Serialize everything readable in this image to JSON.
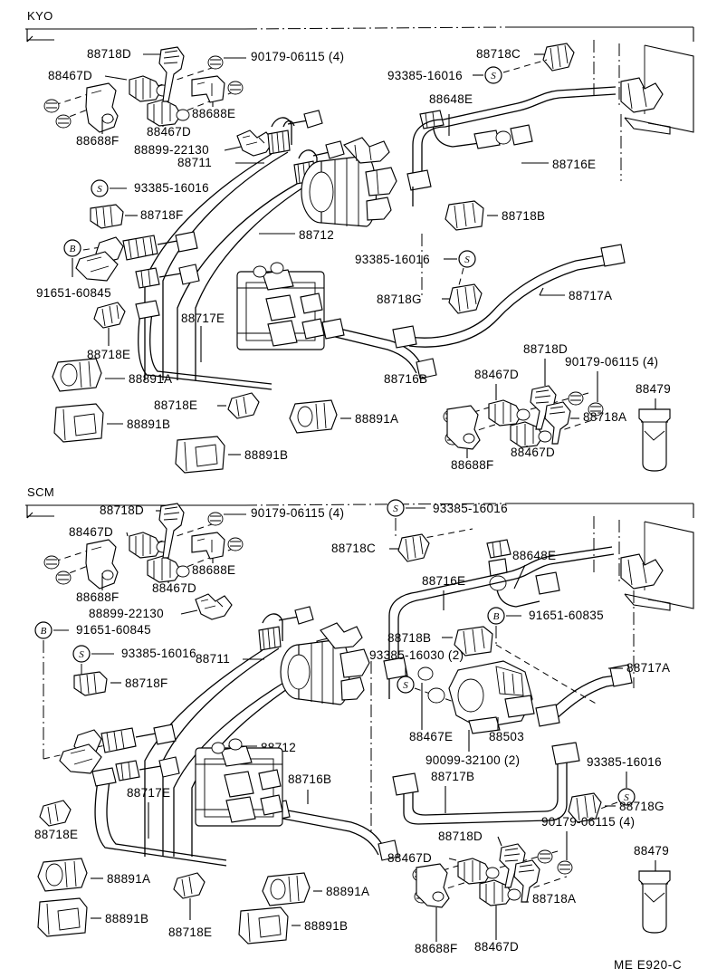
{
  "document": {
    "title": "Toyota A/C Piping Parts Diagram",
    "footer_code": "ME  E920-C"
  },
  "panels": [
    {
      "id": "kyo",
      "tag": "KYO",
      "labels": [
        {
          "key": "k1",
          "text": "88718D"
        },
        {
          "key": "k2",
          "text": "90179-06115 (4)"
        },
        {
          "key": "k3",
          "text": "88467D"
        },
        {
          "key": "k4",
          "text": "88688E"
        },
        {
          "key": "k5",
          "text": "88688F"
        },
        {
          "key": "k6",
          "text": "88467D"
        },
        {
          "key": "k7",
          "text": "88899-22130"
        },
        {
          "key": "k8",
          "text": "88711"
        },
        {
          "key": "k9",
          "text": "93385-16016"
        },
        {
          "key": "k10",
          "text": "88718F"
        },
        {
          "key": "k11",
          "text": "91651-60845"
        },
        {
          "key": "k12",
          "text": "88712"
        },
        {
          "key": "k13",
          "text": "88718C"
        },
        {
          "key": "k14",
          "text": "93385-16016"
        },
        {
          "key": "k15",
          "text": "88648E"
        },
        {
          "key": "k16",
          "text": "88716E"
        },
        {
          "key": "k17",
          "text": "88718B"
        },
        {
          "key": "k18",
          "text": "93385-16016"
        },
        {
          "key": "k19",
          "text": "88718G"
        },
        {
          "key": "k20",
          "text": "88717A"
        },
        {
          "key": "k21",
          "text": "88717E"
        },
        {
          "key": "k22",
          "text": "88718E"
        },
        {
          "key": "k23",
          "text": "88891A"
        },
        {
          "key": "k24",
          "text": "88718E"
        },
        {
          "key": "k25",
          "text": "88891B"
        },
        {
          "key": "k26",
          "text": "88891A"
        },
        {
          "key": "k27",
          "text": "88891B"
        },
        {
          "key": "k28",
          "text": "88716B"
        },
        {
          "key": "k29",
          "text": "88718D"
        },
        {
          "key": "k30",
          "text": "90179-06115 (4)"
        },
        {
          "key": "k31",
          "text": "88467D"
        },
        {
          "key": "k32",
          "text": "88718A"
        },
        {
          "key": "k33",
          "text": "88688F"
        },
        {
          "key": "k34",
          "text": "88467D"
        },
        {
          "key": "k35",
          "text": "88479"
        }
      ]
    },
    {
      "id": "scm",
      "tag": "SCM",
      "labels": [
        {
          "key": "s1",
          "text": "88718D"
        },
        {
          "key": "s2",
          "text": "90179-06115 (4)"
        },
        {
          "key": "s3",
          "text": "88467D"
        },
        {
          "key": "s4",
          "text": "88688E"
        },
        {
          "key": "s5",
          "text": "88688F"
        },
        {
          "key": "s6",
          "text": "88467D"
        },
        {
          "key": "s7",
          "text": "88899-22130"
        },
        {
          "key": "s8",
          "text": "91651-60845"
        },
        {
          "key": "s9",
          "text": "93385-16016"
        },
        {
          "key": "s10",
          "text": "88711"
        },
        {
          "key": "s11",
          "text": "88718F"
        },
        {
          "key": "s12",
          "text": "88712"
        },
        {
          "key": "s13",
          "text": "93385-16016"
        },
        {
          "key": "s14",
          "text": "88718C"
        },
        {
          "key": "s15",
          "text": "88648E"
        },
        {
          "key": "s16",
          "text": "88716E"
        },
        {
          "key": "s17",
          "text": "91651-60835"
        },
        {
          "key": "s18",
          "text": "88718B"
        },
        {
          "key": "s19",
          "text": "93385-16030 (2)"
        },
        {
          "key": "s20",
          "text": "88717A"
        },
        {
          "key": "s21",
          "text": "88467E"
        },
        {
          "key": "s22",
          "text": "88503"
        },
        {
          "key": "s23",
          "text": "93385-16016"
        },
        {
          "key": "s24",
          "text": "90099-32100 (2)"
        },
        {
          "key": "s25",
          "text": "88717B"
        },
        {
          "key": "s26",
          "text": "88718G"
        },
        {
          "key": "s27",
          "text": "88716B"
        },
        {
          "key": "s28",
          "text": "88717E"
        },
        {
          "key": "s29",
          "text": "88718E"
        },
        {
          "key": "s30",
          "text": "88891A"
        },
        {
          "key": "s31",
          "text": "88891B"
        },
        {
          "key": "s32",
          "text": "88718E"
        },
        {
          "key": "s33",
          "text": "88891A"
        },
        {
          "key": "s34",
          "text": "88891B"
        },
        {
          "key": "s35",
          "text": "88718D"
        },
        {
          "key": "s36",
          "text": "90179-06115 (4)"
        },
        {
          "key": "s37",
          "text": "88467D"
        },
        {
          "key": "s38",
          "text": "88718A"
        },
        {
          "key": "s39",
          "text": "88688F"
        },
        {
          "key": "s40",
          "text": "88467D"
        },
        {
          "key": "s41",
          "text": "88479"
        }
      ]
    }
  ],
  "marker_glyphs": {
    "s": "S",
    "b": "B"
  },
  "colors": {
    "ink": "#000000",
    "paper": "#ffffff"
  }
}
